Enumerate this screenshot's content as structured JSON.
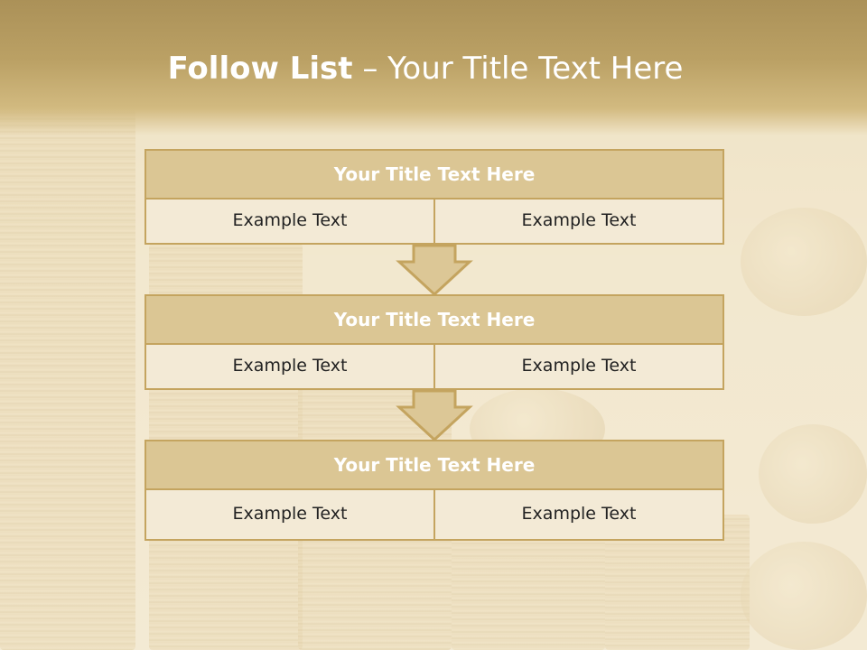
{
  "slide": {
    "title_bold": "Follow List",
    "title_rest": "– Your Title Text Here",
    "blocks": [
      {
        "title": "Your Title Text Here",
        "left": "Example Text",
        "right": "Example Text"
      },
      {
        "title": "Your Title Text Here",
        "left": "Example Text",
        "right": "Example Text"
      },
      {
        "title": "Your Title Text Here",
        "left": "Example Text",
        "right": "Example Text"
      }
    ]
  },
  "colors": {
    "accent": "#c4a45f",
    "block_title_bg": "#dbc694",
    "cell_bg": "#f3ead6",
    "header": "#ab9158"
  },
  "icons": {
    "arrow": "down-arrow-icon"
  }
}
